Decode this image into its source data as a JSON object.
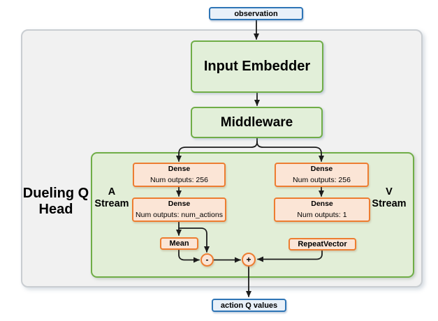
{
  "diagram": {
    "observation": "observation",
    "input_embedder": "Input Embedder",
    "middleware": "Middleware",
    "dueling_head_label": "Dueling Q Head",
    "a_stream_label": "A Stream",
    "v_stream_label": "V Stream",
    "a_dense_1": {
      "name": "Dense",
      "detail": "Num outputs: 256"
    },
    "a_dense_2": {
      "name": "Dense",
      "detail": "Num outputs: num_actions"
    },
    "v_dense_1": {
      "name": "Dense",
      "detail": "Num outputs: 256"
    },
    "v_dense_2": {
      "name": "Dense",
      "detail": "Num outputs: 1"
    },
    "mean": "Mean",
    "repeat_vector": "RepeatVector",
    "minus_op": "-",
    "plus_op": "+",
    "action_q_values": "action Q values",
    "colors": {
      "io_border": "#2e75b6",
      "io_fill": "#e8f0f9",
      "green_border": "#70ad47",
      "green_fill": "#e2efd9",
      "container_green_fill": "#e2eed7",
      "orange_border": "#ed7d31",
      "orange_fill": "#fbe5d6",
      "outer_container_fill": "#f1f1f1",
      "outer_container_border": "#c9cdd1",
      "arrow": "#1c1c1c"
    }
  }
}
